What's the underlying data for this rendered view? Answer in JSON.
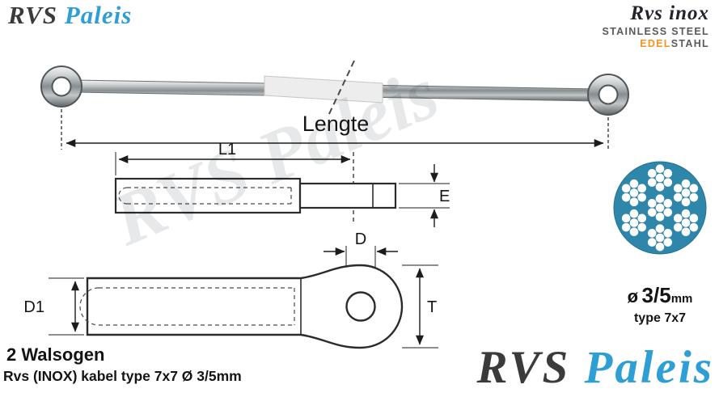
{
  "header": {
    "logo": {
      "rvs": "RVS",
      "paleis": "Paleis"
    },
    "brand": {
      "name": "Rvs inox",
      "line2": "STAINLESS STEEL",
      "line3_highlight": "EDEL",
      "line3_rest": "STAHL"
    }
  },
  "watermark": "RVS Paleis",
  "diagram": {
    "length_label": "Lengte",
    "dim_l1": "L1",
    "dim_e": "E",
    "dim_d": "D",
    "dim_d1": "D1",
    "dim_t": "T"
  },
  "cable": {
    "diameter_prefix": "ø",
    "diameter_value": "3/5",
    "diameter_unit": "mm",
    "type": "type 7x7"
  },
  "product": {
    "title": "2 Walsogen",
    "subtitle": "Rvs (INOX) kabel type 7x7 Ø 3/5mm"
  },
  "footer_logo": {
    "rvs": "RVS",
    "paleis": "Paleis"
  },
  "colors": {
    "brand_blue": "#2E9FD4",
    "logo_dark": "#3B3B3B",
    "accent_orange": "#F7941D",
    "steel_blue": "#2E86AB",
    "watermark_gray": "#8D9499"
  }
}
